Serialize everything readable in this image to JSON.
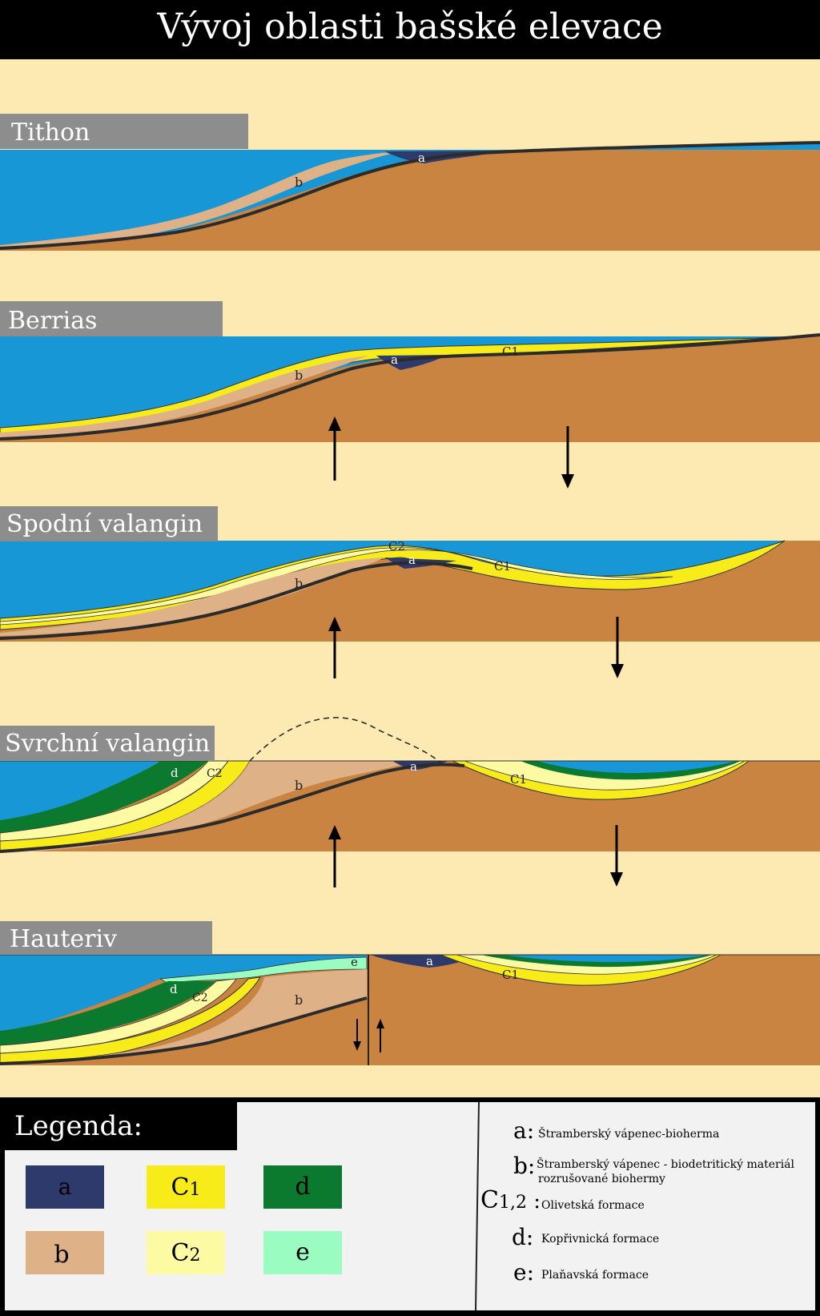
{
  "title": "Vývoj oblasti bašské elevace",
  "colors": {
    "background": "#fde9b2",
    "sea": "#1797d6",
    "basement": "#c98441",
    "a": "#2d3a6b",
    "b": "#dfb187",
    "c1": "#f7ec1a",
    "c2": "#fdfaa4",
    "d": "#0c7a2e",
    "e": "#9bfcc2",
    "panel": "#8d8d8d",
    "legend_bg": "#f2f2f2"
  },
  "stages": [
    {
      "name": "Tithon",
      "labels": {
        "a": "a",
        "b": "b"
      }
    },
    {
      "name": "Berrias",
      "labels": {
        "a": "a",
        "b": "b",
        "c1": "C1"
      }
    },
    {
      "name": "Spodní valangin",
      "labels": {
        "a": "a",
        "b": "b",
        "c1": "C1",
        "c2": "C2"
      }
    },
    {
      "name": "Svrchní valangin",
      "labels": {
        "a": "a",
        "b": "b",
        "c1": "C1",
        "c2": "C2",
        "d": "d"
      }
    },
    {
      "name": "Hauteriv",
      "labels": {
        "a": "a",
        "b": "b",
        "c1": "C1",
        "c2": "C2",
        "d": "d",
        "e": "e"
      }
    }
  ],
  "legend": {
    "title": "Legenda:",
    "swatches": [
      {
        "key": "a",
        "label": "a"
      },
      {
        "key": "c1",
        "label": "C",
        "sub": "1"
      },
      {
        "key": "d",
        "label": "d"
      },
      {
        "key": "b",
        "label": "b"
      },
      {
        "key": "c2",
        "label": "C",
        "sub": "2"
      },
      {
        "key": "e",
        "label": "e"
      }
    ],
    "entries": [
      {
        "key": "a:",
        "text": "Štramberský vápenec-bioherma"
      },
      {
        "key": "b:",
        "text": "Štramberský vápenec - biodetritický materiál",
        "text2": "rozrušované biohermy"
      },
      {
        "key": "C",
        "sub": "1,2",
        "key_suffix": " :",
        "text": "Olivetská formace"
      },
      {
        "key": "d:",
        "text": "Kopřivnická formace"
      },
      {
        "key": "e:",
        "text": "Plaňavská formace"
      }
    ]
  }
}
